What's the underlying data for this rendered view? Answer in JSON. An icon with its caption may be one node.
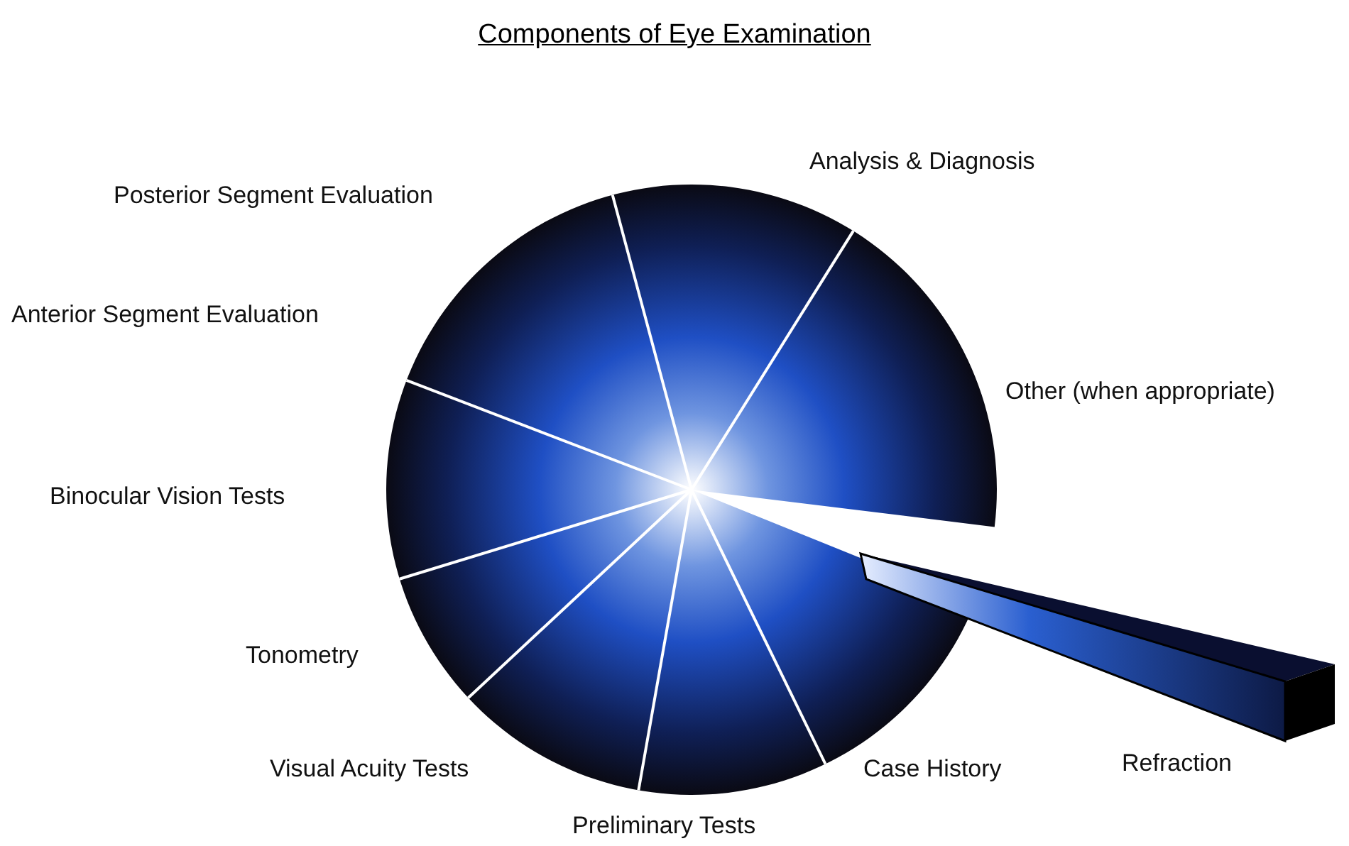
{
  "diagram": {
    "title": "Components of Eye Examination",
    "labels": [
      "Analysis & Diagnosis",
      "Posterior Segment Evaluation",
      "Anterior Segment Evaluation",
      "Other (when appropriate)",
      "Binocular Vision Tests",
      "Tonometry",
      "Refraction",
      "Visual Acuity Tests",
      "Case History",
      "Preliminary Tests"
    ]
  }
}
